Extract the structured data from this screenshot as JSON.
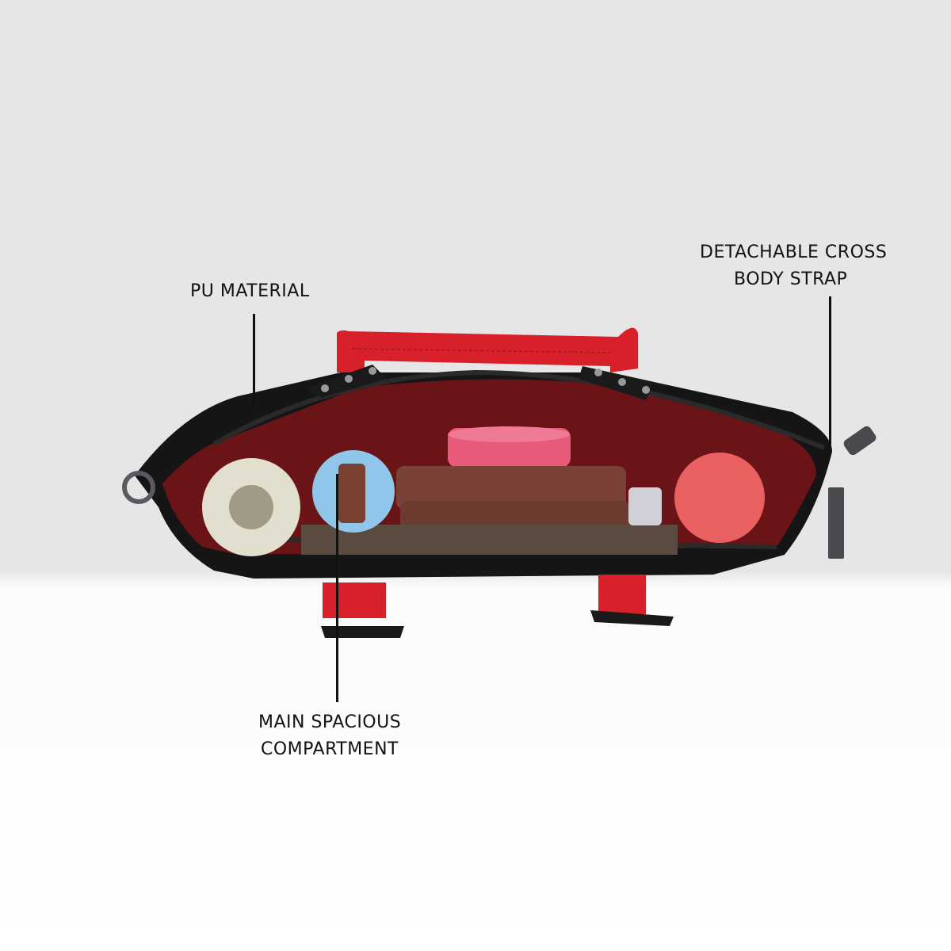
{
  "annotations": {
    "pu_material": "PU MATERIAL",
    "strap_line1": "DETACHABLE CROSS",
    "strap_line2": "BODY STRAP",
    "compartment_line1": "MAIN SPACIOUS",
    "compartment_line2": "COMPARTMENT"
  },
  "colors": {
    "background": "#e6e6e6",
    "bag_body": "#151515",
    "lining": "#6b1418",
    "handle": "#d8202a",
    "hardware": "#4a4a4e"
  }
}
